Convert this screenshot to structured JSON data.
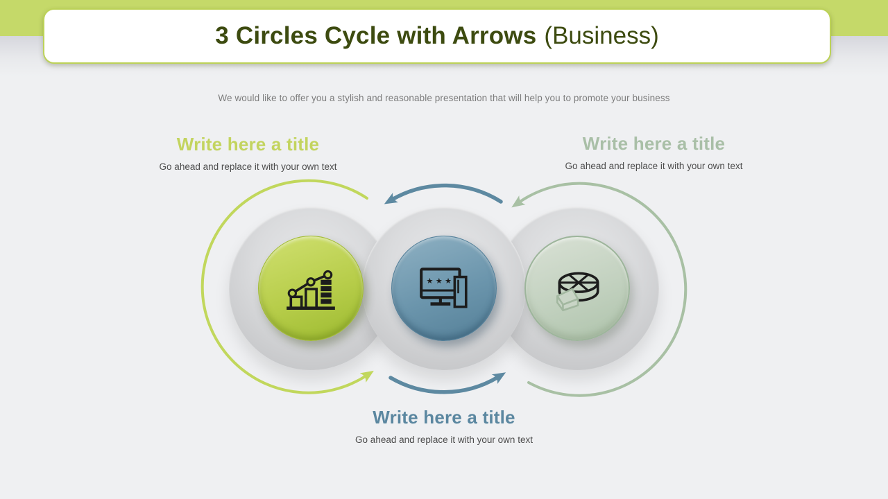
{
  "slide": {
    "header": {
      "title_main": "3 Circles Cycle with Arrows",
      "title_suffix": "(Business)",
      "band_color": "#c5d969",
      "title_color": "#3d4b10"
    },
    "subtitle": "We would like to offer you a stylish and reasonable presentation that will help you to promote your business",
    "steps": [
      {
        "position": "left",
        "title": "Write here a title",
        "body": "Go ahead and replace it with your own text",
        "accent_color": "#c3d45f",
        "circle_color": "#aec637",
        "icon": "bar-line-chart-icon"
      },
      {
        "position": "bottom-center",
        "title": "Write here a title",
        "body": "Go ahead and replace it with your own text",
        "accent_color": "#5b87a0",
        "circle_color": "#6b95ac",
        "icon": "desktop-computer-icon"
      },
      {
        "position": "right",
        "title": "Write here a title",
        "body": "Go ahead and replace it with your own text",
        "accent_color": "#a9bfa7",
        "circle_color": "#c2d1bf",
        "icon": "pie-chart-3d-icon"
      }
    ],
    "diagram": {
      "type": "cycle",
      "direction": "counterclockwise",
      "arrow_colors": {
        "left_loop": "#c1d75c",
        "center_arcs": "#5d89a1",
        "right_loop": "#a8c0a4"
      }
    }
  }
}
